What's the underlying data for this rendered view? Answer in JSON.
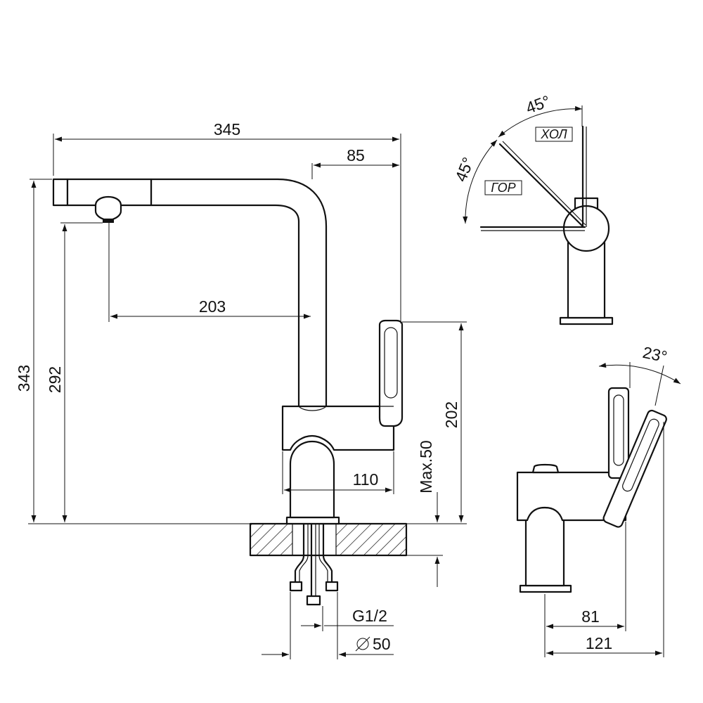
{
  "front_view": {
    "dims": {
      "overall_width": "345",
      "spout_tip": "85",
      "reach": "203",
      "height_total": "343",
      "height_outlet": "292",
      "height_lever": "202",
      "body_width": "110",
      "max_deck": "Max.50",
      "thread": "G1/2",
      "hole_diameter": "50"
    }
  },
  "top_view": {
    "angle_cold": "45°",
    "angle_hot": "45°",
    "label_cold": "ХОЛ",
    "label_hot": "ГОР"
  },
  "side_view": {
    "angle_tilt": "23°",
    "depth_base": "81",
    "depth_total": "121"
  }
}
